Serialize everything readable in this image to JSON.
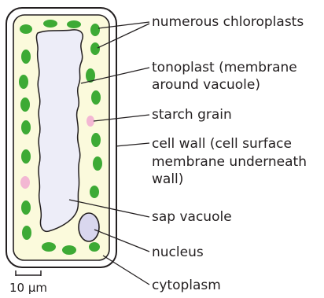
{
  "labels": {
    "chloroplasts": "numerous chloroplasts",
    "tonoplast_line1": "tonoplast (membrane",
    "tonoplast_line2": "around vacuole)",
    "starch": "starch grain",
    "cell_wall_line1": "cell wall (cell surface",
    "cell_wall_line2": "membrane underneath",
    "cell_wall_line3": "wall)",
    "sap_vacuole": "sap vacuole",
    "nucleus": "nucleus",
    "cytoplasm": "cytoplasm"
  },
  "scale_bar": {
    "label": "10 µm"
  },
  "colors": {
    "cell_wall": "#ffffff",
    "cytoplasm": "#fbfadc",
    "vacuole": "#ededf8",
    "chloroplast": "#3daa35",
    "starch_grain": "#f3b7d3",
    "nucleus": "#d9d7ee",
    "outline": "#231f20"
  }
}
